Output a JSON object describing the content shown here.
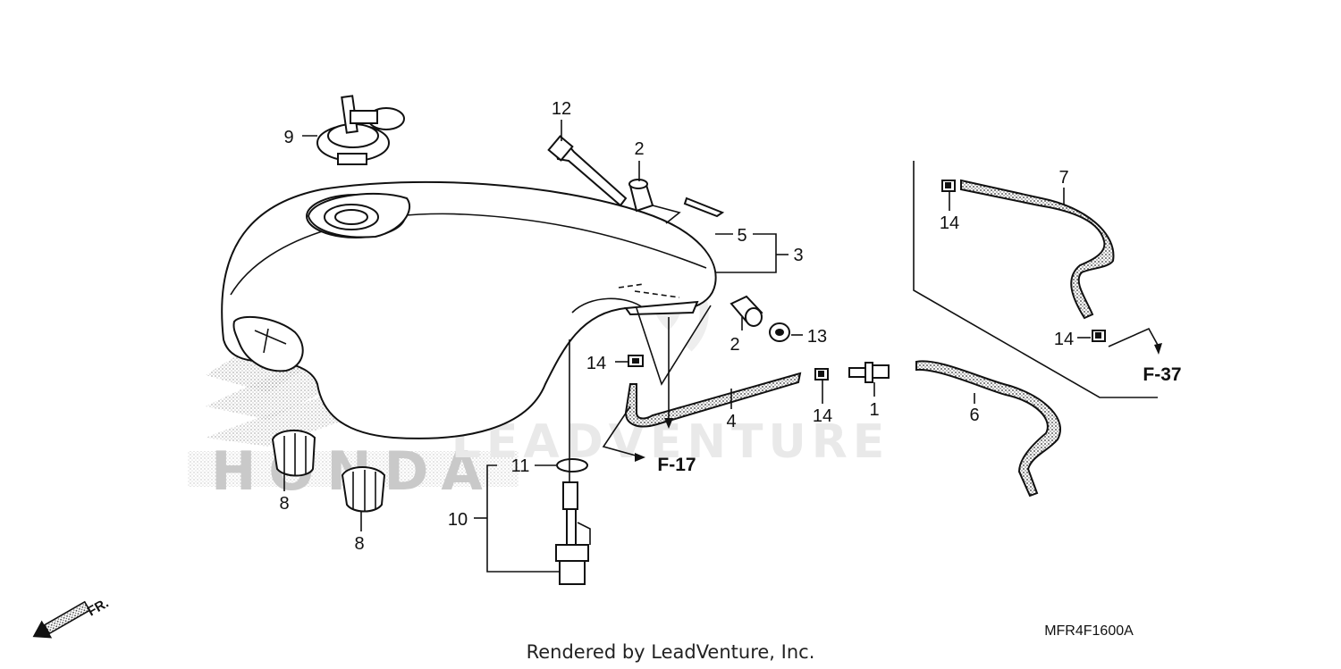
{
  "diagram": {
    "watermark": "LEADVENTURE",
    "brand_watermark": "HONDA",
    "credit": "Rendered by LeadVenture, Inc.",
    "diagram_code": "MFR4F1600A",
    "front_indicator": "FR.",
    "references": {
      "f17": "F-17",
      "f37": "F-37"
    },
    "callouts": {
      "c1": "1",
      "c2a": "2",
      "c2b": "2",
      "c3": "3",
      "c4": "4",
      "c5": "5",
      "c6": "6",
      "c7": "7",
      "c8a": "8",
      "c8b": "8",
      "c9": "9",
      "c10": "10",
      "c11": "11",
      "c12": "12",
      "c13": "13",
      "c14a": "14",
      "c14b": "14",
      "c14c": "14",
      "c14d": "14"
    }
  }
}
